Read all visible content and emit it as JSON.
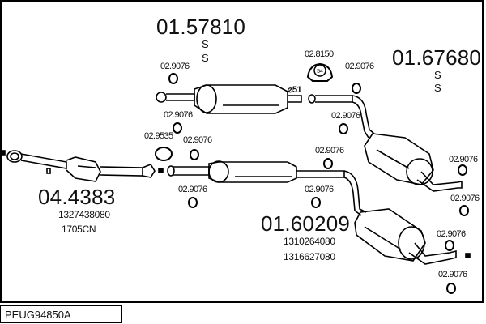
{
  "diagram": {
    "code": "PEUG94850A",
    "parts": [
      {
        "number": "01.57810",
        "suffixes": [
          "S",
          "S"
        ]
      },
      {
        "number": "01.67680",
        "suffixes": [
          "S",
          "S"
        ]
      },
      {
        "number": "04.4383",
        "refs": [
          "1327438080",
          "1705CN"
        ]
      },
      {
        "number": "01.60209",
        "refs": [
          "1310264080",
          "1316627080"
        ]
      }
    ],
    "accessories": {
      "clamp": "02.8150",
      "clamp_size": "54",
      "gasket": "02.9535",
      "mount": "02.9076",
      "pipe_diameter": "⌀51"
    }
  }
}
